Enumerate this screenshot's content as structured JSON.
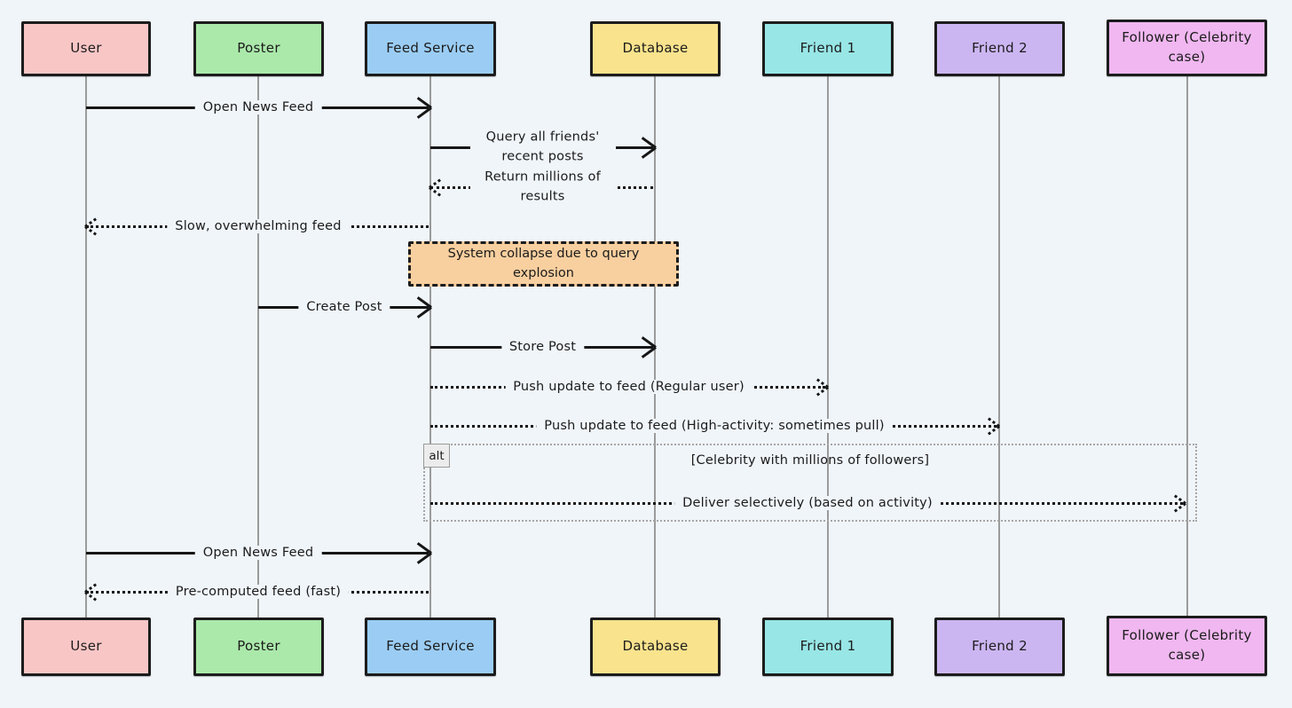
{
  "diagram": {
    "type": "sequence",
    "background": "#f0f5fa",
    "line_color": "#161616",
    "lifeline_color": "#9b9b9b"
  },
  "actors": [
    {
      "name": "User",
      "color": "#f9c6c6"
    },
    {
      "name": "Poster",
      "color": "#abe9ab"
    },
    {
      "name": "Feed Service",
      "color": "#9bcdf4"
    },
    {
      "name": "Database",
      "color": "#f9e38d"
    },
    {
      "name": "Friend 1",
      "color": "#98e6e6"
    },
    {
      "name": "Friend 2",
      "color": "#ccb6f2"
    },
    {
      "name": "Follower (Celebrity case)",
      "color": "#f0b7f0"
    }
  ],
  "messages": [
    {
      "label": "Open News Feed",
      "from": "User",
      "to": "Feed Service",
      "style": "solid"
    },
    {
      "label": "Query all friends' recent posts",
      "from": "Feed Service",
      "to": "Database",
      "style": "solid"
    },
    {
      "label": "Return millions of results",
      "from": "Database",
      "to": "Feed Service",
      "style": "dashed"
    },
    {
      "label": "Slow, overwhelming feed",
      "from": "Feed Service",
      "to": "User",
      "style": "dashed"
    },
    {
      "label": "Create Post",
      "from": "Poster",
      "to": "Feed Service",
      "style": "solid"
    },
    {
      "label": "Store Post",
      "from": "Feed Service",
      "to": "Database",
      "style": "solid"
    },
    {
      "label": "Push update to feed (Regular user)",
      "from": "Feed Service",
      "to": "Friend 1",
      "style": "dashed"
    },
    {
      "label": "Push update to feed (High-activity: sometimes pull)",
      "from": "Feed Service",
      "to": "Friend 2",
      "style": "dashed"
    },
    {
      "label": "Deliver selectively (based on activity)",
      "from": "Feed Service",
      "to": "Follower (Celebrity case)",
      "style": "dashed"
    },
    {
      "label": "Open News Feed",
      "from": "User",
      "to": "Feed Service",
      "style": "solid"
    },
    {
      "label": "Pre-computed feed (fast)",
      "from": "Feed Service",
      "to": "User",
      "style": "dashed"
    }
  ],
  "note": {
    "text": "System collapse due to query explosion",
    "color": "#f8cf9f",
    "over": [
      "Feed Service",
      "Database"
    ]
  },
  "alt_frame": {
    "label": "alt",
    "condition": "[Celebrity with millions of followers]"
  }
}
